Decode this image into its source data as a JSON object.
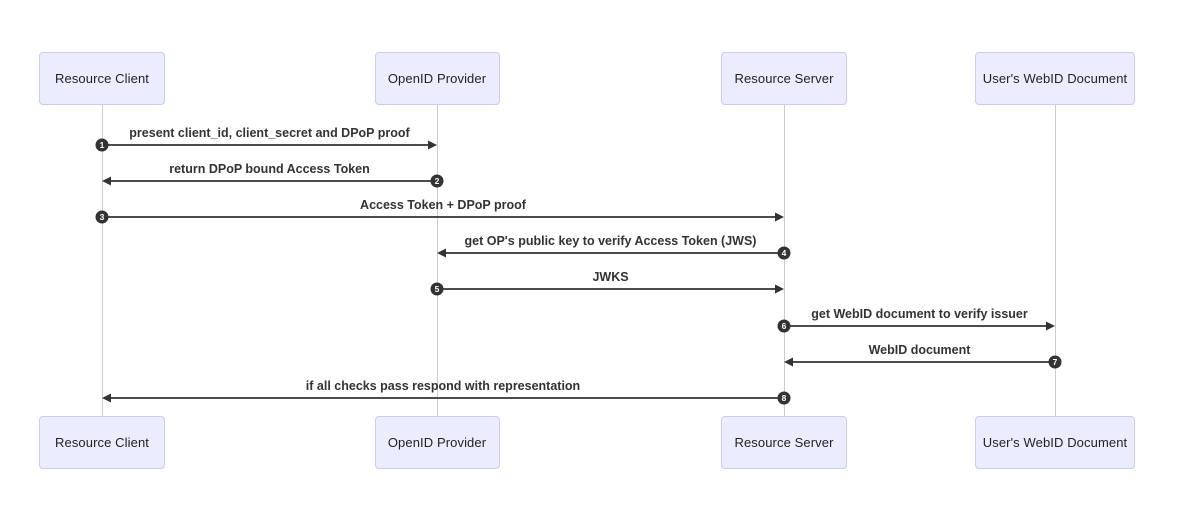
{
  "diagram": {
    "type": "sequence",
    "actors": [
      {
        "name": "Resource Client"
      },
      {
        "name": "OpenID Provider"
      },
      {
        "name": "Resource Server"
      },
      {
        "name": "User's WebID Document"
      }
    ],
    "messages": [
      {
        "seq": "1",
        "from": 0,
        "to": 1,
        "label": "present client_id, client_secret and DPoP proof"
      },
      {
        "seq": "2",
        "from": 1,
        "to": 0,
        "label": "return DPoP bound Access Token"
      },
      {
        "seq": "3",
        "from": 0,
        "to": 2,
        "label": "Access Token + DPoP proof"
      },
      {
        "seq": "4",
        "from": 2,
        "to": 1,
        "label": "get OP's public key to verify Access Token (JWS)"
      },
      {
        "seq": "5",
        "from": 1,
        "to": 2,
        "label": "JWKS"
      },
      {
        "seq": "6",
        "from": 2,
        "to": 3,
        "label": "get WebID document to verify issuer"
      },
      {
        "seq": "7",
        "from": 3,
        "to": 2,
        "label": "WebID document"
      },
      {
        "seq": "8",
        "from": 2,
        "to": 0,
        "label": "if all checks pass respond with representation"
      }
    ],
    "colors": {
      "background": "#ffffff",
      "actor_fill": "#ececff",
      "actor_border": "#cccceb",
      "actor_text": "#222222",
      "lifeline": "#cccccc",
      "message_line": "#333333",
      "message_text": "#333333",
      "seq_badge_fill": "#333333",
      "seq_badge_text": "#ffffff"
    }
  }
}
